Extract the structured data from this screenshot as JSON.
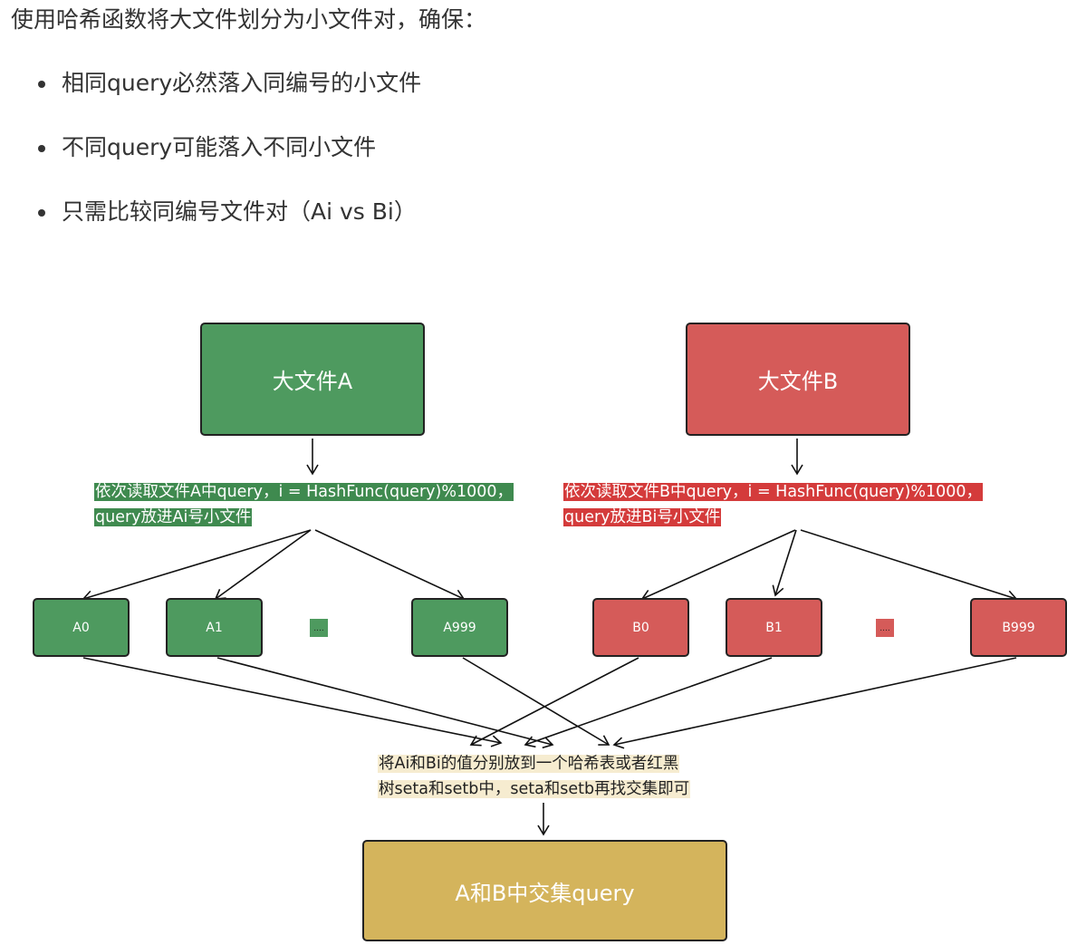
{
  "intro": "使用哈希函数将大文件划分为小文件对，确保：",
  "bullets": [
    "相同query必然落入同编号的小文件",
    "不同query可能落入不同小文件",
    "只需比较同编号文件对（Ai vs Bi）"
  ],
  "diagram": {
    "file_a": "大文件A",
    "file_b": "大文件B",
    "note_a": [
      "依次读取文件A中query，i = HashFunc(query)%1000，",
      "query放进Ai号小文件"
    ],
    "note_b": [
      "依次读取文件B中query，i = HashFunc(query)%1000，",
      "query放进Bi号小文件"
    ],
    "a_nodes": [
      "A0",
      "A1",
      "A999"
    ],
    "b_nodes": [
      "B0",
      "B1",
      "B999"
    ],
    "ellipsis": "....",
    "merge_note": [
      "将Ai和Bi的值分别放到一个哈希表或者红黑",
      "树seta和setb中，seta和setb再找交集即可"
    ],
    "result": "A和B中交集query"
  },
  "colors": {
    "green_box": "#4e9a5f",
    "green_label": "#3f8a4f",
    "red_box": "#d55b59",
    "red_label": "#d43b3b",
    "result_box": "#d4b45c",
    "merge_label": "#f6ecd0"
  }
}
